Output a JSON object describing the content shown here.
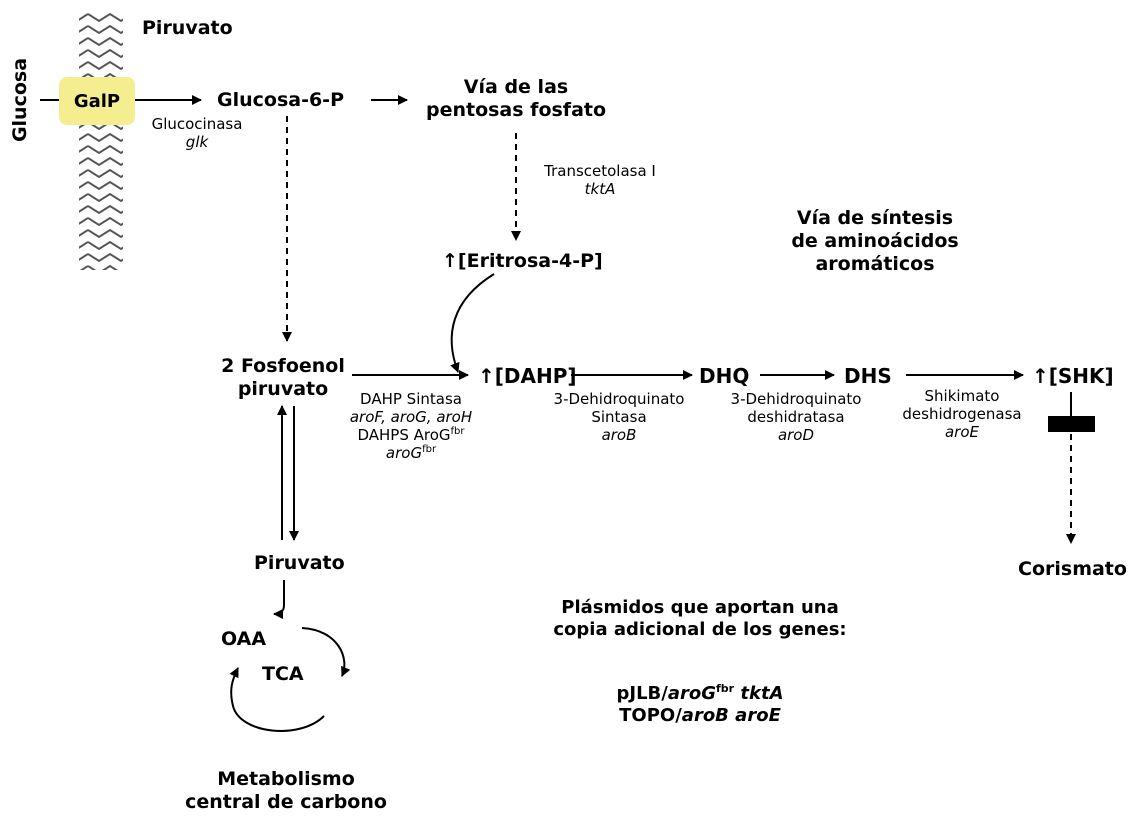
{
  "membrane": {
    "outside_label": "Glucosa",
    "top_label": "Piruvato",
    "transporter": "GalP"
  },
  "nodes": {
    "glc6p": "Glucosa-6-P",
    "ppp_line1": "Vía de las",
    "ppp_line2": "pentosas fosfato",
    "e4p": "↑[Eritrosa-4-P]",
    "pep_line1": "2 Fosfoenol",
    "pep_line2": "piruvato",
    "dahp": "↑[DAHP]",
    "dhq": "DHQ",
    "dhs": "DHS",
    "shk": "↑[SHK]",
    "chorismate": "Corismato",
    "pyruvate": "Piruvato",
    "oaa": "OAA",
    "tca": "TCA"
  },
  "enzymes": {
    "glk_name": "Glucocinasa",
    "glk_gene": "glk",
    "tkt_name": "Transcetolasa I",
    "tkt_gene": "tktA",
    "dahps_name": "DAHP Sintasa",
    "dahps_genes": "aroF, aroG, aroH",
    "dahps_fbr_name": "DAHPS AroG",
    "fbr_sup": "fbr",
    "dahps_fbr_gene": "aroG",
    "arob_name1": "3-Dehidroquinato",
    "arob_name2": "Sintasa",
    "arob_gene": "aroB",
    "arod_name1": "3-Dehidroquinato",
    "arod_name2": "deshidratasa",
    "arod_gene": "aroD",
    "aroe_name1": "Shikimato",
    "aroe_name2": "deshidrogenasa",
    "aroe_gene": "aroE"
  },
  "titles": {
    "aromatic_line1": "Vía de síntesis",
    "aromatic_line2": "de aminoácidos",
    "aromatic_line3": "aromáticos",
    "central_line1": "Metabolismo",
    "central_line2": "central de carbono"
  },
  "plasmids": {
    "line1": "Plásmidos que aportan una",
    "line2": "copia adicional de los genes:",
    "p1_prefix": "pJLB/",
    "p1_gene1": "aroG",
    "p1_sup": "fbr",
    "p1_gene2": "tktA",
    "p2_prefix": "TOPO/",
    "p2_genes": "aroB aroE"
  }
}
